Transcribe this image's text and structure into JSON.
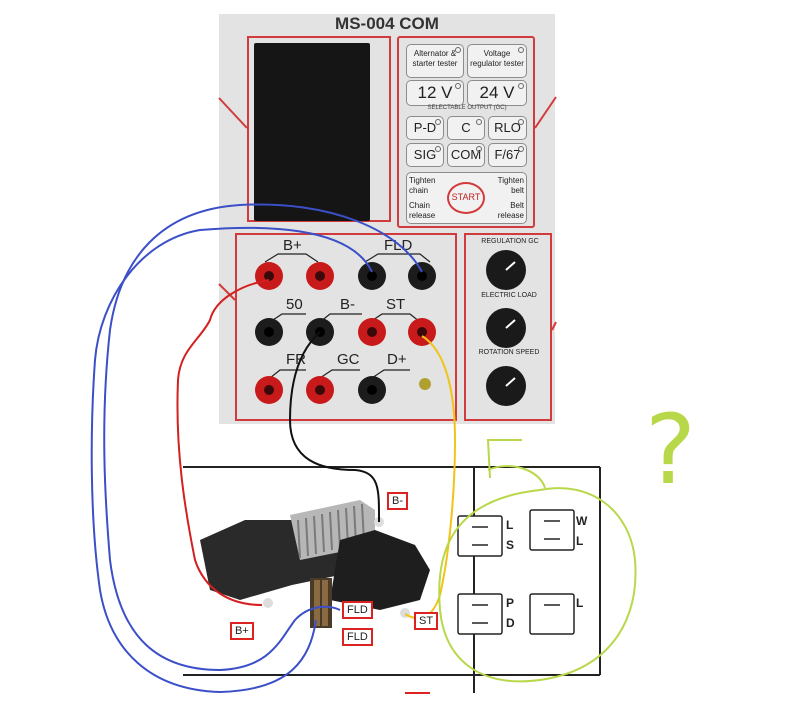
{
  "device": {
    "title": "MS-004 COM",
    "buttons": {
      "alt_tester": "Alternator & starter tester",
      "vr_tester": "Voltage regulator tester",
      "v12": "12 V",
      "v24": "24 V",
      "selectable_output": "SELECTABLE OUTPUT (GC)",
      "pd": "P-D",
      "c": "C",
      "rlo": "RLO",
      "sig": "SIG",
      "com": "COM",
      "f67": "F/67",
      "tighten_chain": "Tighten chain",
      "tighten_belt": "Tighten belt",
      "chain_release": "Chain release",
      "belt_release": "Belt release",
      "start": "START"
    },
    "ports": {
      "b_plus": "B+",
      "fld": "FLD",
      "fifty": "50",
      "b_minus": "B-",
      "st": "ST",
      "fr": "FR",
      "gc": "GC",
      "d_plus": "D+"
    },
    "regulation": {
      "title": "REGULATION GC",
      "knob1": "ELECTRIC LOAD",
      "knob2": "ROTATION SPEED"
    }
  },
  "regulator": {
    "tags": {
      "b_minus": "B-",
      "b_plus": "B+",
      "fld1": "FLD",
      "fld2": "FLD",
      "st": "ST"
    }
  },
  "connector": {
    "pins": {
      "l1": "L",
      "s": "S",
      "w": "W",
      "l2": "L",
      "p": "P",
      "d": "D",
      "l3": "L"
    }
  },
  "annotation": {
    "question": "?"
  },
  "colors": {
    "frame": "#d23b3b",
    "wire_blue": "#3b4fc8",
    "wire_red": "#d32020",
    "wire_black": "#111111",
    "wire_yellow": "#f0c419",
    "annot_green": "#b8d84a"
  }
}
